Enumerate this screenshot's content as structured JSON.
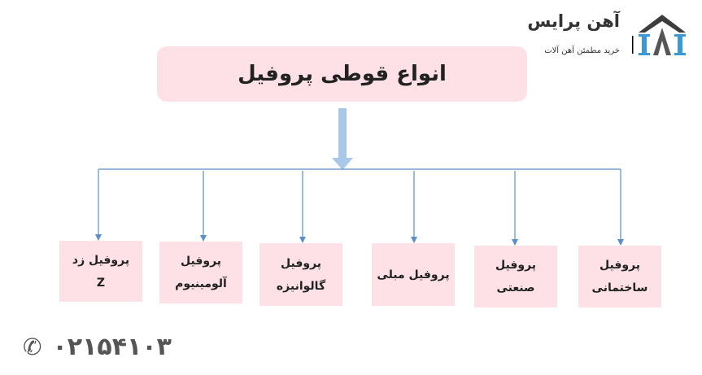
{
  "logo": {
    "brand": "آهن پرایس",
    "tagline": "خرید مطمئن آهن آلات"
  },
  "title": "انواع قوطی پروفیل",
  "boxes": [
    {
      "line1": "پروفیل زد",
      "line2": "Z"
    },
    {
      "line1": "پروفیل",
      "line2": "آلومینیوم"
    },
    {
      "line1": "پروفیل",
      "line2": "گالوانیزه"
    },
    {
      "line1": "پروفیل مبلی",
      "line2": ""
    },
    {
      "line1": "پروفیل",
      "line2": "صنعتی"
    },
    {
      "line1": "پروفیل",
      "line2": "ساختمانی"
    }
  ],
  "phone": "۰۲۱۵۴۱۰۳",
  "colors": {
    "box": "#fde1e6",
    "line": "#5b8fc7",
    "arrow": "#a9c8e8"
  }
}
